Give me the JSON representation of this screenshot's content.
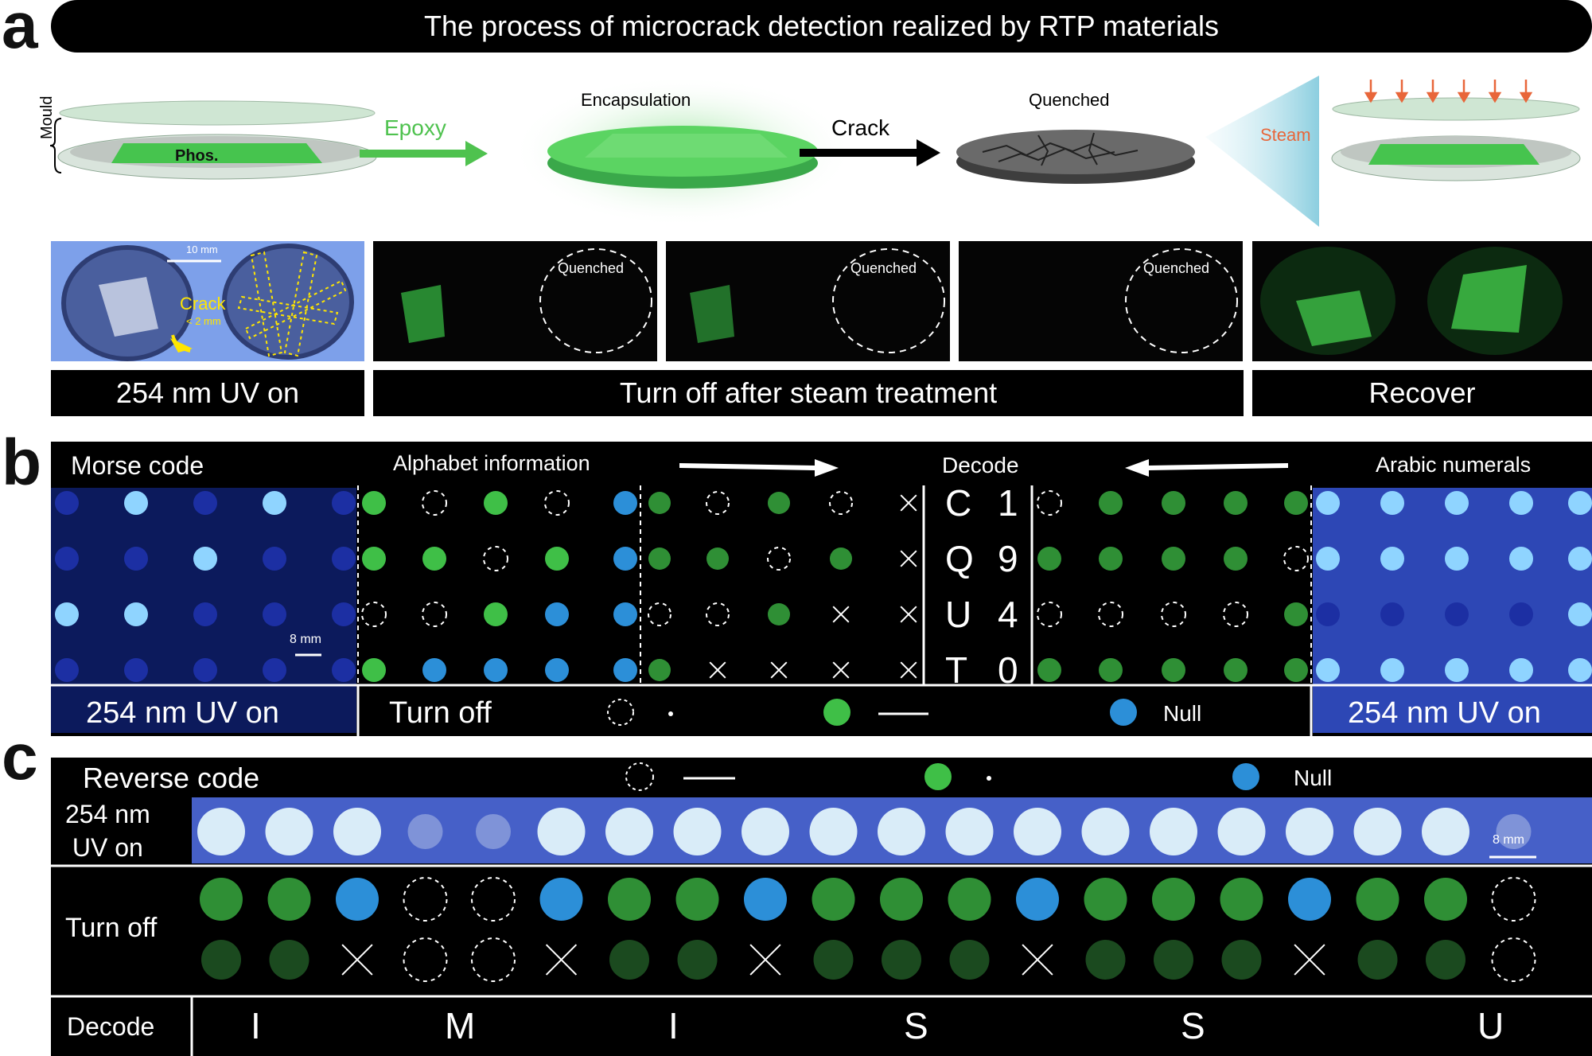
{
  "panels": {
    "a": "a",
    "b": "b",
    "c": "c"
  },
  "a": {
    "banner": "The process of microcrack detection realized by RTP materials",
    "mould_label": "Mould",
    "phos_label": "Phos.",
    "epoxy_label": "Epoxy",
    "encapsulation_label": "Encapsulation",
    "crack_label": "Crack",
    "quenched_label": "Quenched",
    "steam_label": "Steam",
    "scale_label": "10 mm",
    "crack_annot": "Crack",
    "crack_size": "< 2 mm",
    "photo_quenched": "Quenched",
    "caption_uv": "254 nm UV on",
    "caption_turnoff": "Turn off after steam treatment",
    "caption_recover": "Recover",
    "colors": {
      "green": "#3fbf47",
      "steam": "#e8663a",
      "uv_blue": "#7da0ea"
    }
  },
  "b": {
    "morse": "Morse code",
    "alphabet": "Alphabet information",
    "decode": "Decode",
    "arabic": "Arabic numerals",
    "scale_label": "8 mm",
    "letters": [
      "C",
      "Q",
      "U",
      "T"
    ],
    "numbers": [
      "1",
      "9",
      "4",
      "0"
    ],
    "caption_uv_left": "254 nm UV on",
    "caption_turnoff": "Turn off",
    "legend_dot": "•",
    "legend_null": "Null",
    "caption_uv_right": "254 nm UV on"
  },
  "c": {
    "title": "Reverse code",
    "legend_dot": "•",
    "legend_null": "Null",
    "row1_label": "254 nm\nUV on",
    "row2_label": "Turn off",
    "decode_label": "Decode",
    "scale_label": "8 mm",
    "letters": [
      "I",
      "M",
      "I",
      "S",
      "S",
      "U"
    ],
    "top_dots": [
      "g",
      "g",
      "b",
      "e",
      "e",
      "b",
      "g",
      "g",
      "b",
      "g",
      "g",
      "g",
      "b",
      "g",
      "g",
      "g",
      "b",
      "g",
      "g",
      "e"
    ],
    "bottom_dots": [
      "g",
      "g",
      "x",
      "e",
      "e",
      "x",
      "g",
      "g",
      "x",
      "g",
      "g",
      "g",
      "x",
      "g",
      "g",
      "g",
      "x",
      "g",
      "g",
      "e"
    ]
  }
}
